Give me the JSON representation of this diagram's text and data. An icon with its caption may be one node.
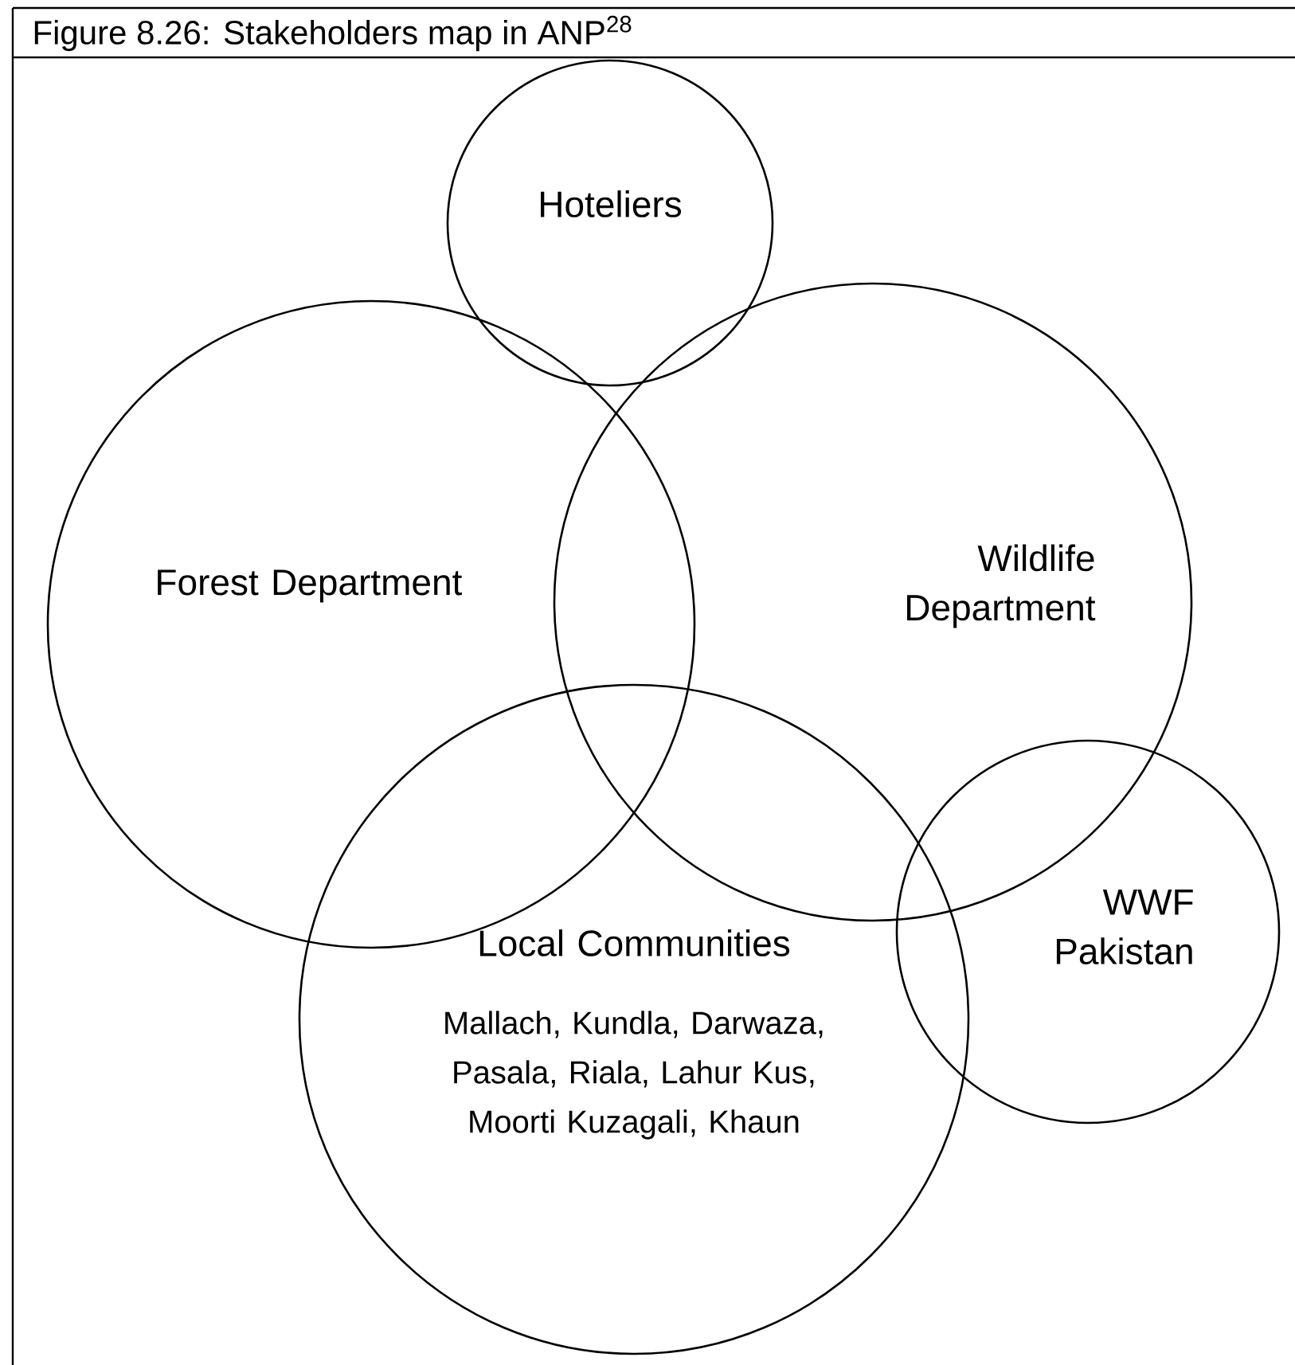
{
  "diagram": {
    "title": "Figure 8.26: Stakeholders map in ANP$^{28}$",
    "nodes": [
      {
        "text": [
          "Hoteliers"
        ]
      },
      {
        "text": [
          "Forest Department"
        ]
      },
      {
        "text": [
          "Wildlife Department"
        ]
      },
      {
        "text": [
          "Local Communities",
          "Mallach, Kundla, Darwaza, Pasala, Riala, Lahur Kus, Moorti Kuzagali, Khaun"
        ]
      },
      {
        "text": [
          "WWF Pakistan"
        ]
      }
    ],
    "edges": []
  }
}
